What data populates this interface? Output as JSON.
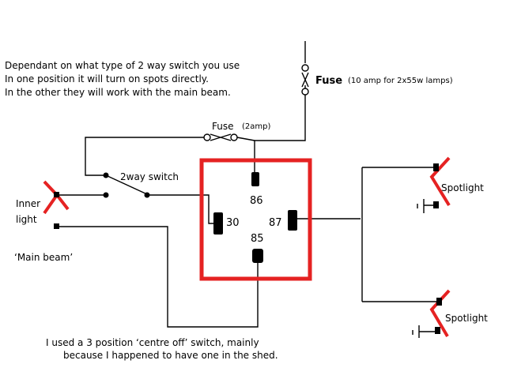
{
  "notes": {
    "intro": [
      "Dependant on what type of 2 way switch you use",
      "In one position it will turn on spots directly.",
      "In the other they will work with the main beam."
    ],
    "footer": [
      "I used a 3 position ‘centre off’ switch, mainly",
      "because I happened to have one in the shed."
    ]
  },
  "labels": {
    "fuse_main": "Fuse",
    "fuse_main_note": "(10 amp for 2x55w lamps)",
    "fuse_small": "Fuse",
    "fuse_small_note": "(2amp)",
    "switch": "2way switch",
    "inner_light_1": "Inner",
    "inner_light_2": "light",
    "main_beam": "‘Main beam’",
    "spotlight_top": "Spotlight",
    "spotlight_bottom": "Spotlight"
  },
  "relay": {
    "pin_86": "86",
    "pin_30": "30",
    "pin_87": "87",
    "pin_85": "85"
  },
  "colors": {
    "relay_outline": "#e52222",
    "lamp": "#e52222",
    "wire": "#000000"
  }
}
